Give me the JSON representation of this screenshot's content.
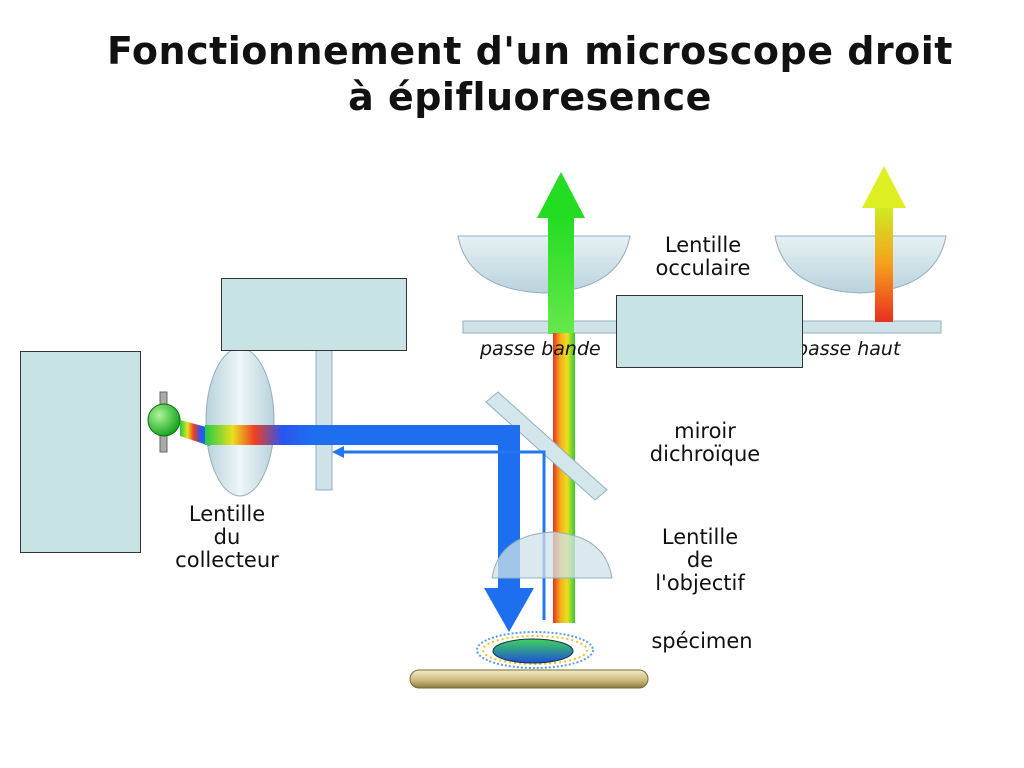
{
  "title": {
    "line1": "Fonctionnement d'un microscope droit",
    "line2": "à épifluoresence"
  },
  "labels": {
    "ocular_lens": [
      "Lentille",
      "occulaire"
    ],
    "dichroic_mirror": [
      "miroir",
      "dichroïque"
    ],
    "objective_lens": [
      "Lentille",
      "de",
      "l'objectif"
    ],
    "specimen": "spécimen",
    "collector_lens": [
      "Lentille",
      "du",
      "collecteur"
    ],
    "bandpass_filter": "passe bande",
    "highpass_filter": "passe haut"
  },
  "colors": {
    "blank_box": "#c8e3e4",
    "excitation_beam": "#1e6ff0",
    "emission_beam": "#22dd22",
    "lens": "#cfe2e8",
    "stage": "#d8c88a"
  }
}
